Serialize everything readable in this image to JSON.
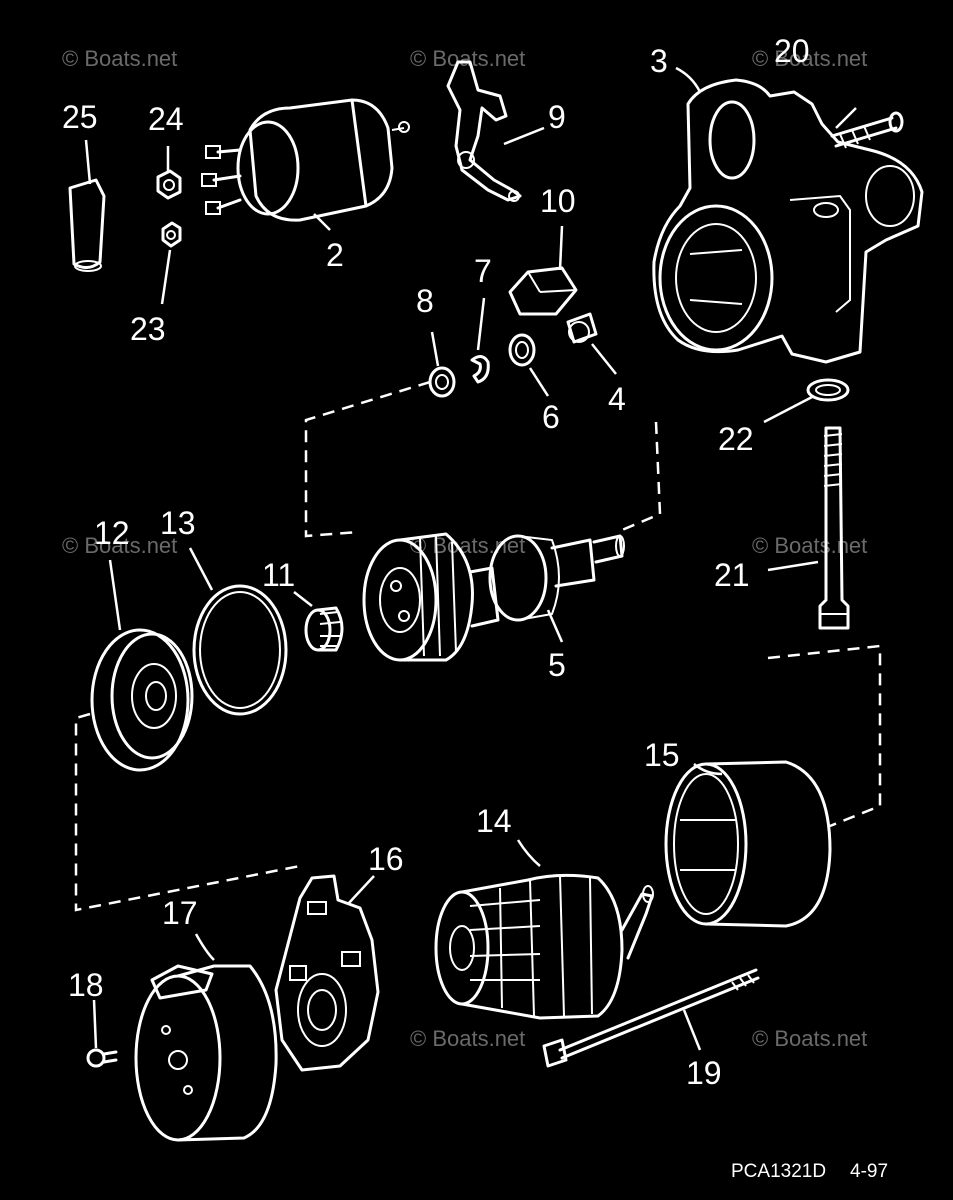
{
  "diagram": {
    "callouts": [
      "25",
      "24",
      "2",
      "9",
      "3",
      "20",
      "10",
      "7",
      "8",
      "4",
      "6",
      "23",
      "22",
      "12",
      "13",
      "11",
      "5",
      "21",
      "15",
      "14",
      "16",
      "17",
      "18",
      "19"
    ],
    "watermarks": [
      "© Boats.net",
      "© Boats.net",
      "© Boats.net",
      "© Boats.net",
      "© Boats.net",
      "© Boats.net",
      "© Boats.net",
      "© Boats.net"
    ],
    "footer": {
      "code": "PCA1321D",
      "page": "4-97"
    }
  },
  "colors": {
    "background": "#000000",
    "line": "#ffffff",
    "watermark": "#6a6a6a"
  }
}
